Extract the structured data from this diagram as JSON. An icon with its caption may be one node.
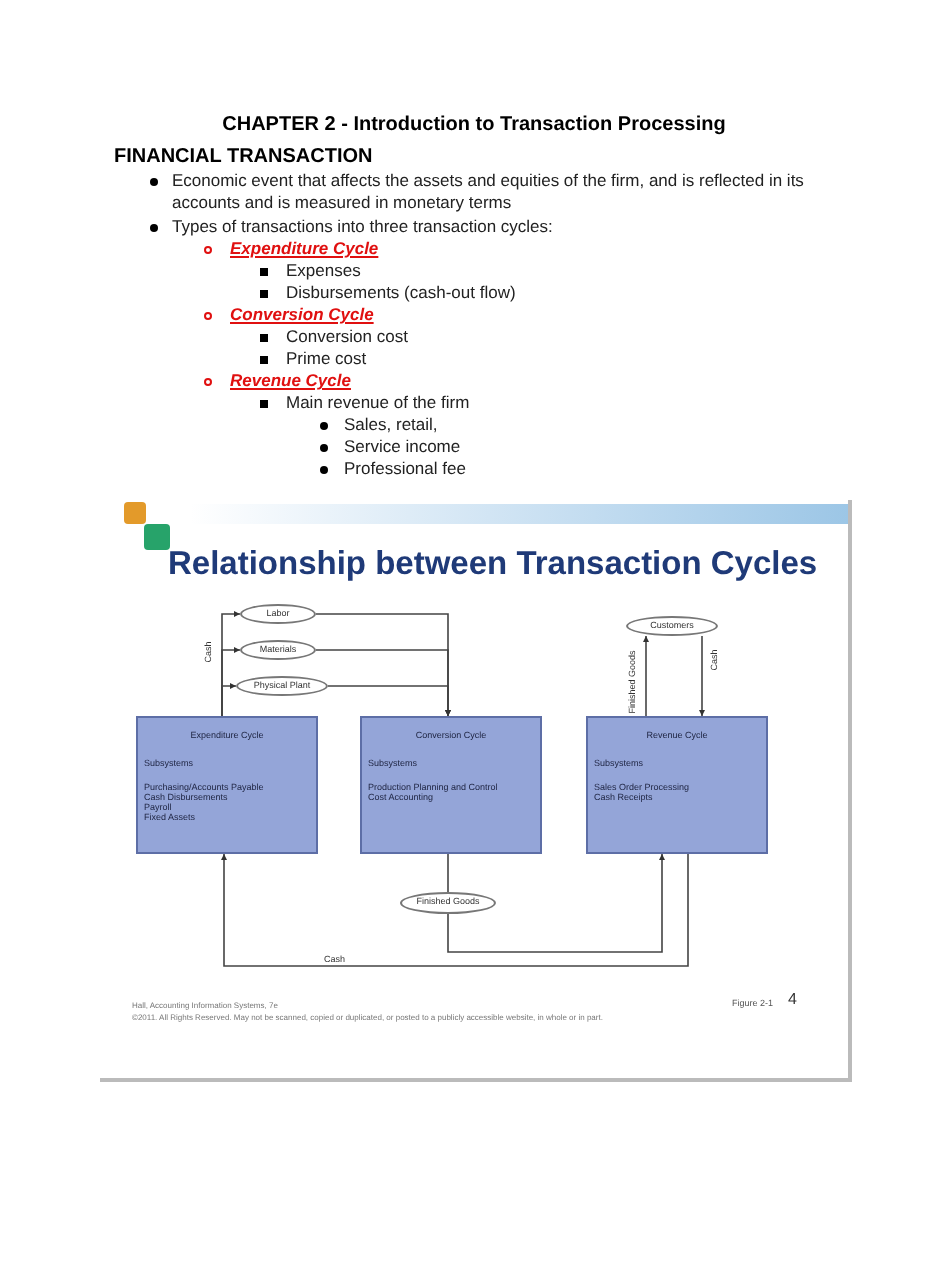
{
  "diagram": {
    "title": "Relationship between Transaction Cycles",
    "nodes": [
      {
        "text": [
          "Labor"
        ]
      },
      {
        "text": [
          "Materials"
        ]
      },
      {
        "text": [
          "Physical Plant"
        ]
      },
      {
        "text": [
          "Customers"
        ]
      },
      {
        "text": [
          "Expenditure Cycle",
          "Subsystems",
          "Purchasing/Accounts Payable",
          "Cash Disbursements",
          "Payroll",
          "Fixed Assets"
        ]
      },
      {
        "text": [
          "Conversion Cycle",
          "Subsystems",
          "Production Planning and Control",
          "Cost Accounting"
        ]
      },
      {
        "text": [
          "Revenue Cycle",
          "Subsystems",
          "Sales Order Processing",
          "Cash Receipts"
        ]
      },
      {
        "text": [
          "Finished Goods"
        ]
      }
    ],
    "edges": [
      {
        "from": 4,
        "to": 0,
        "arrow": "to",
        "label": "Cash"
      },
      {
        "from": 4,
        "to": 1,
        "arrow": "to"
      },
      {
        "from": 4,
        "to": 2,
        "arrow": "to"
      },
      {
        "from": 0,
        "to": 5,
        "arrow": "to"
      },
      {
        "from": 1,
        "to": 5,
        "arrow": "to"
      },
      {
        "from": 2,
        "to": 5,
        "arrow": "to"
      },
      {
        "from": 6,
        "to": 3,
        "arrow": "to",
        "label": "Finished Goods"
      },
      {
        "from": 3,
        "to": 6,
        "arrow": "to",
        "label": "Cash"
      },
      {
        "from": 5,
        "to": 7,
        "arrow": "none"
      },
      {
        "from": 7,
        "to": 6,
        "arrow": "to"
      },
      {
        "from": 6,
        "to": 4,
        "arrow": "to",
        "label": "Cash"
      }
    ],
    "labels": [
      "CHAPTER 2 - Introduction to Transaction Processing",
      "FINANCIAL TRANSACTION",
      "Economic event that affects the assets and equities of the firm, and is reflected in its accounts and is measured in monetary terms",
      "Types of transactions into three transaction cycles:",
      "Expenditure Cycle",
      "Expenses",
      "Disbursements (cash-out flow)",
      "Conversion Cycle",
      "Conversion cost",
      "Prime cost",
      "Revenue Cycle",
      "Main revenue of the firm",
      "Sales, retail,",
      "Service income",
      "Professional fee",
      "Hall, Accounting Information Systems, 7e",
      "©2011. All Rights Reserved. May not be scanned, copied or duplicated, or posted to a publicly accessible website, in whole or in part.",
      "Figure 2-1",
      "4"
    ]
  }
}
